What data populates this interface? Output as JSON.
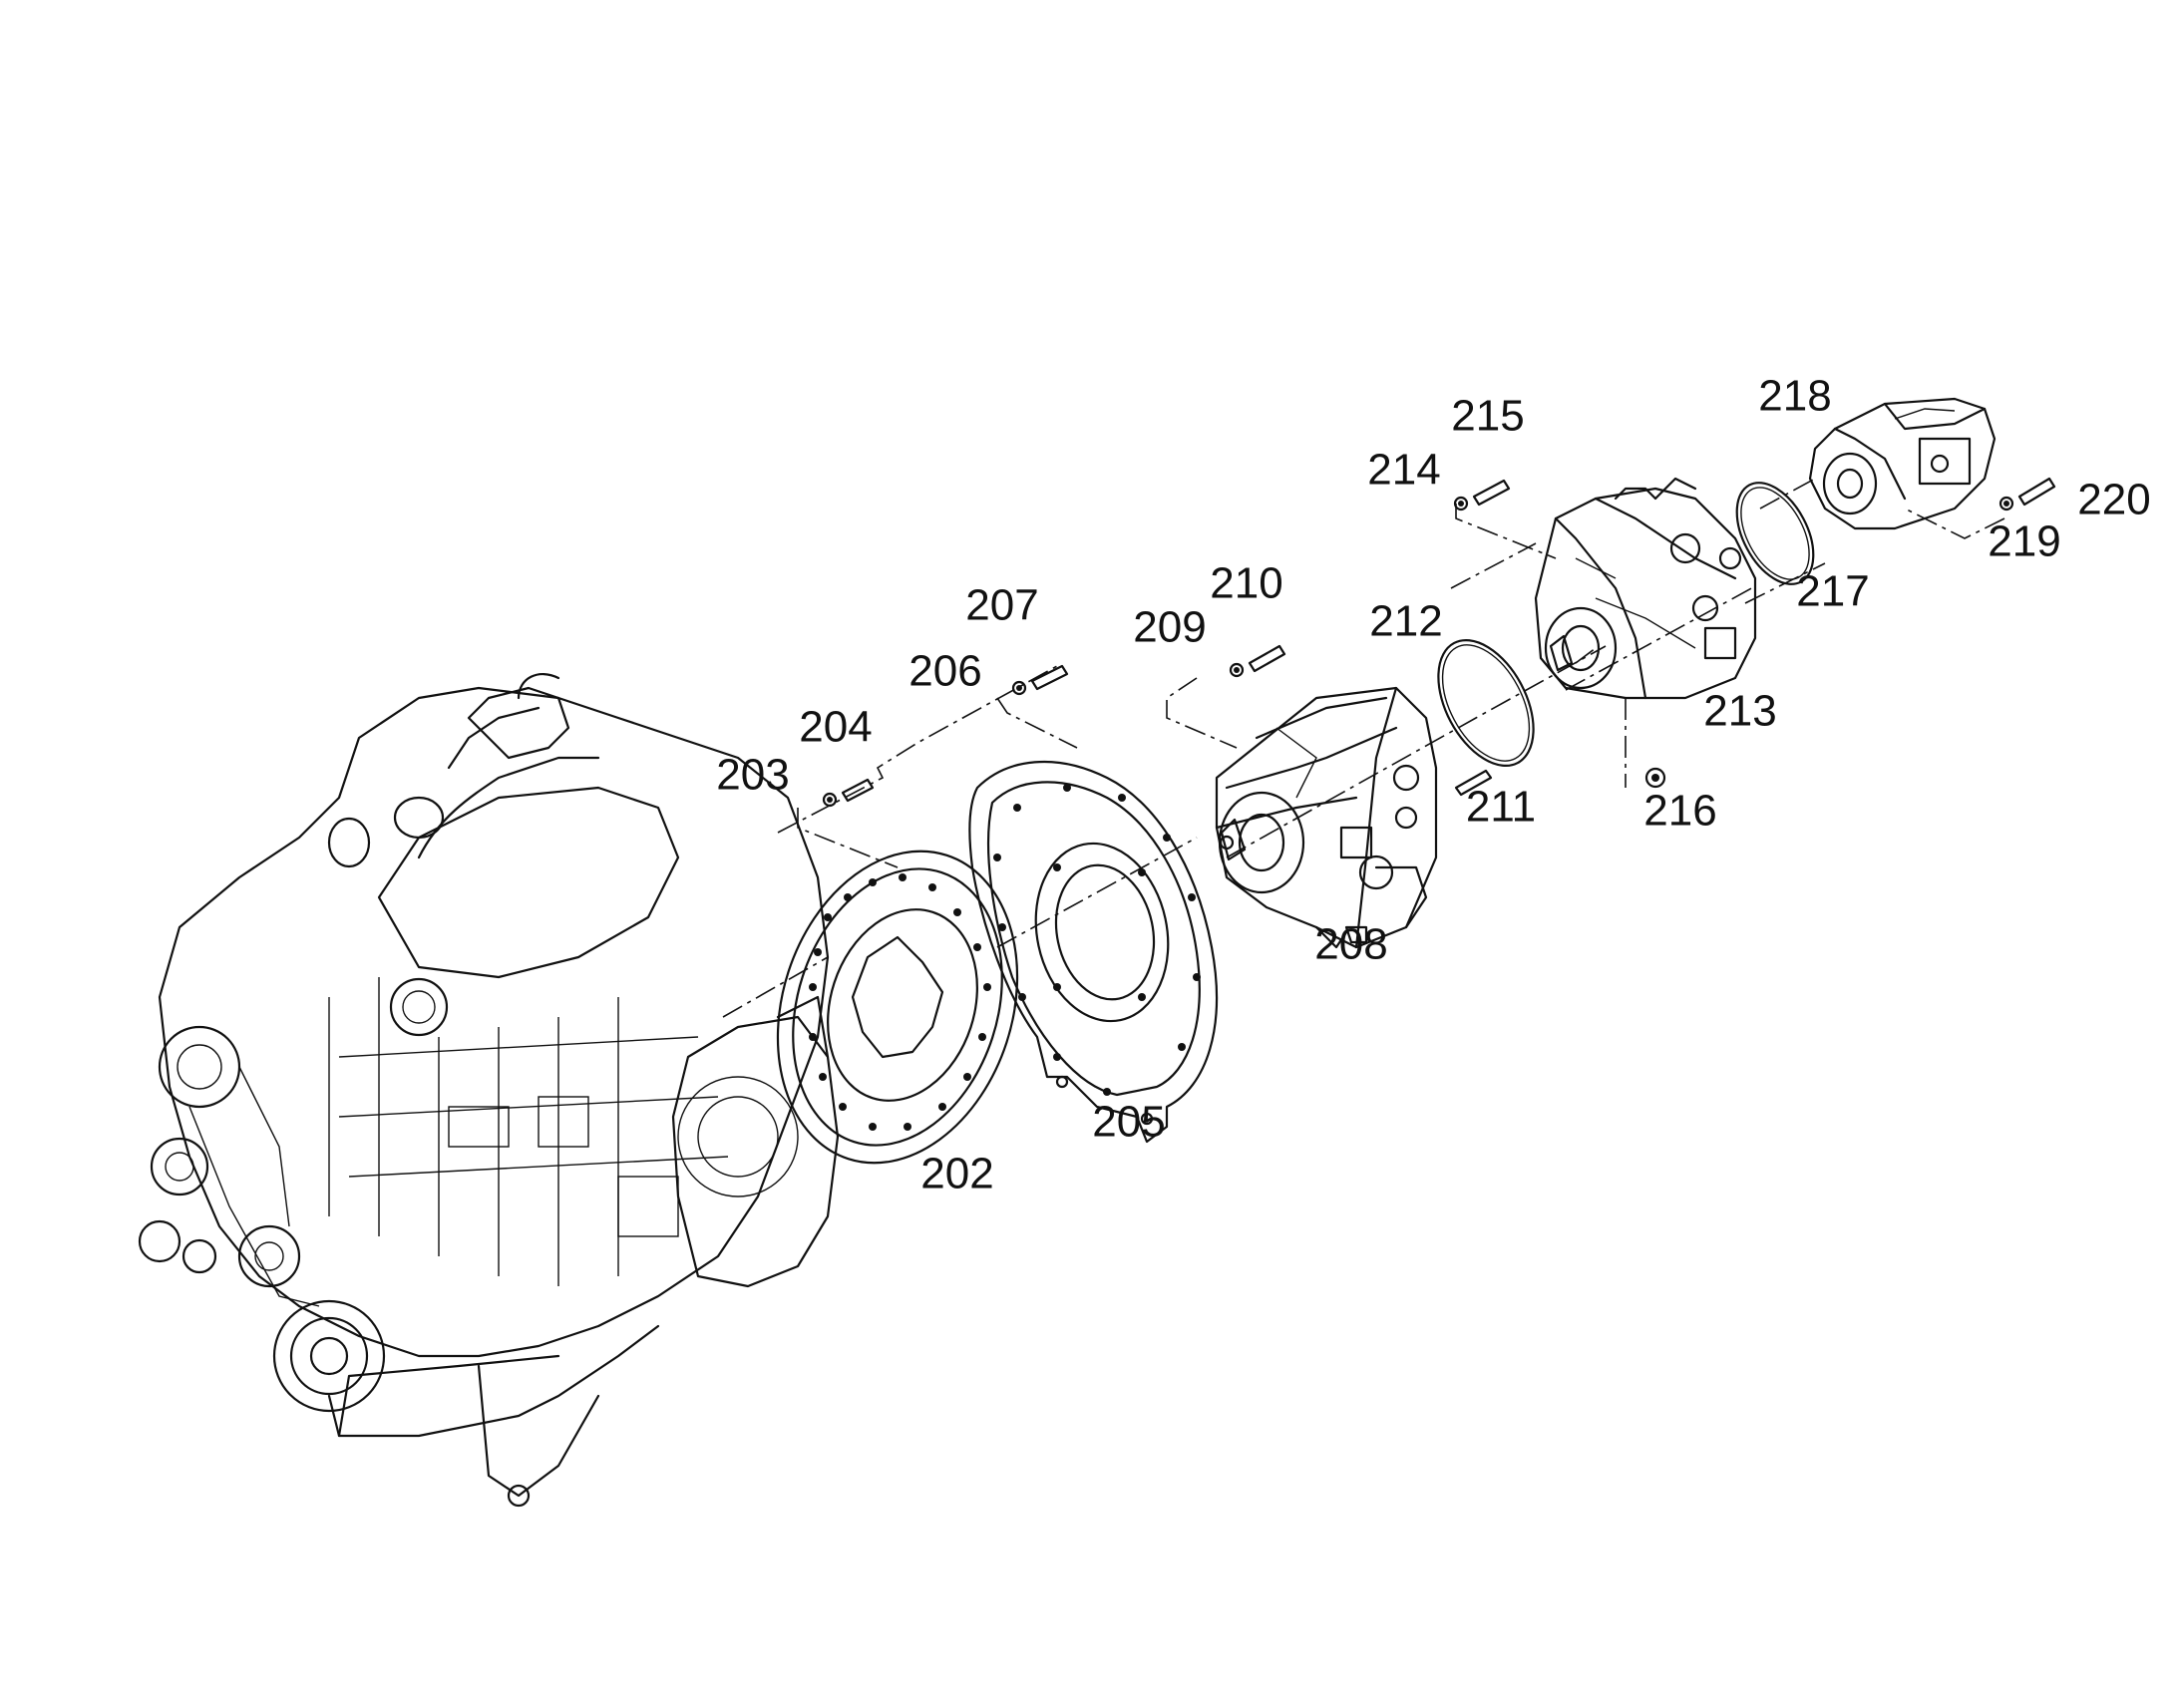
{
  "callouts": [
    {
      "id": "202",
      "label": "202"
    },
    {
      "id": "203",
      "label": "203"
    },
    {
      "id": "204",
      "label": "204"
    },
    {
      "id": "205",
      "label": "205"
    },
    {
      "id": "206",
      "label": "206"
    },
    {
      "id": "207",
      "label": "207"
    },
    {
      "id": "208",
      "label": "208"
    },
    {
      "id": "209",
      "label": "209"
    },
    {
      "id": "210",
      "label": "210"
    },
    {
      "id": "211",
      "label": "211"
    },
    {
      "id": "212",
      "label": "212"
    },
    {
      "id": "213",
      "label": "213"
    },
    {
      "id": "214",
      "label": "214"
    },
    {
      "id": "215",
      "label": "215"
    },
    {
      "id": "216",
      "label": "216"
    },
    {
      "id": "217",
      "label": "217"
    },
    {
      "id": "218",
      "label": "218"
    },
    {
      "id": "219",
      "label": "219"
    },
    {
      "id": "220",
      "label": "220"
    }
  ]
}
